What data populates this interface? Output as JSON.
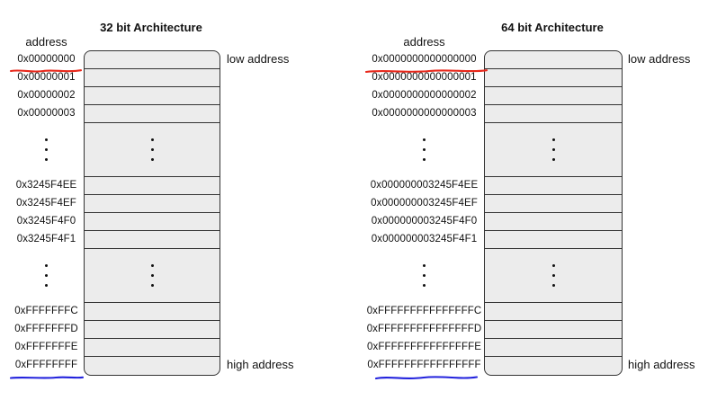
{
  "colors": {
    "cell_fill": "#ececec",
    "box_border": "#333333",
    "red_underline": "#e8281b",
    "blue_underline": "#2323dd",
    "text": "#111111",
    "background": "#ffffff"
  },
  "diagrams": [
    {
      "id": "32bit",
      "title": "32 bit Architecture",
      "address_header": "address",
      "low_label": "low address",
      "high_label": "high address",
      "first_address_underline": "red",
      "last_address_underline": "blue",
      "rows": [
        {
          "type": "cell",
          "address": "0x00000000"
        },
        {
          "type": "cell",
          "address": "0x00000001"
        },
        {
          "type": "cell",
          "address": "0x00000002"
        },
        {
          "type": "cell",
          "address": "0x00000003"
        },
        {
          "type": "dots"
        },
        {
          "type": "cell",
          "address": "0x3245F4EE"
        },
        {
          "type": "cell",
          "address": "0x3245F4EF"
        },
        {
          "type": "cell",
          "address": "0x3245F4F0"
        },
        {
          "type": "cell",
          "address": "0x3245F4F1"
        },
        {
          "type": "dots"
        },
        {
          "type": "cell",
          "address": "0xFFFFFFFC"
        },
        {
          "type": "cell",
          "address": "0xFFFFFFFD"
        },
        {
          "type": "cell",
          "address": "0xFFFFFFFE"
        },
        {
          "type": "cell",
          "address": "0xFFFFFFFF"
        }
      ]
    },
    {
      "id": "64bit",
      "title": "64 bit Architecture",
      "address_header": "address",
      "low_label": "low address",
      "high_label": "high address",
      "first_address_underline": "red",
      "last_address_underline": "blue",
      "rows": [
        {
          "type": "cell",
          "address": "0x0000000000000000"
        },
        {
          "type": "cell",
          "address": "0x0000000000000001"
        },
        {
          "type": "cell",
          "address": "0x0000000000000002"
        },
        {
          "type": "cell",
          "address": "0x0000000000000003"
        },
        {
          "type": "dots"
        },
        {
          "type": "cell",
          "address": "0x000000003245F4EE"
        },
        {
          "type": "cell",
          "address": "0x000000003245F4EF"
        },
        {
          "type": "cell",
          "address": "0x000000003245F4F0"
        },
        {
          "type": "cell",
          "address": "0x000000003245F4F1"
        },
        {
          "type": "dots"
        },
        {
          "type": "cell",
          "address": "0xFFFFFFFFFFFFFFFC"
        },
        {
          "type": "cell",
          "address": "0xFFFFFFFFFFFFFFFD"
        },
        {
          "type": "cell",
          "address": "0xFFFFFFFFFFFFFFFE"
        },
        {
          "type": "cell",
          "address": "0xFFFFFFFFFFFFFFFF"
        }
      ]
    }
  ]
}
